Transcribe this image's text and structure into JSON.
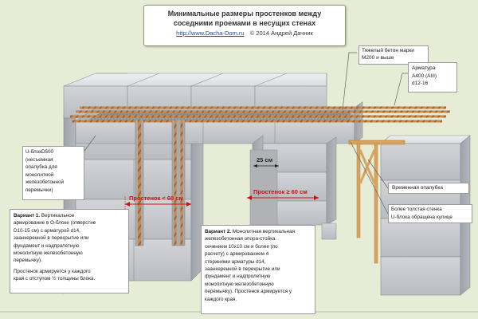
{
  "title": {
    "line1": "Минимальные размеры простенков между",
    "line2": "соседними проемами в несущих стенах",
    "url": "http://www.Dacha-Dom.ru",
    "copyright": "© 2014 Андрей Дачник"
  },
  "callouts": {
    "concrete": {
      "line1": "Тяжелый бетон марки",
      "line2": "М200 и выше"
    },
    "rebar": {
      "line1": "Арматура",
      "line2": "А400 (АIII)",
      "line3": "d12-16"
    },
    "ublock": {
      "line1": "U-блокD500",
      "line2": "(несъемная",
      "line3": "опалубка для",
      "line4": "монолитной",
      "line5": "железобетонной",
      "line6": "перемычки)"
    },
    "formwork": {
      "text": "Временная опалубка"
    },
    "thick_wall": {
      "line1": "Более толстая стенка",
      "line2": "U-блока обращена кулице"
    },
    "variant1": {
      "heading": "Вариант 1.",
      "l1": "Вертикальное",
      "l2": "армирование в О-блоке (отверстие",
      "l3": "D10-15 см) с арматурой d14,",
      "l4": "заанкеренной в перекрытие или",
      "l5": "фундамент и надпролетную",
      "l6": "монолитную железобетонную",
      "l7": "перемычку).",
      "l8": "Простенок армируется у каждого",
      "l9": "края с отступом ½ толщины блока."
    },
    "variant2": {
      "heading": "Вариант 2.",
      "l1": "Монолитная вертикальная",
      "l2": "железобетонная опора-стойка",
      "l3": "сечением 10х10 см и более (по",
      "l4": "расчету) с армированием 4",
      "l5": "стержнями арматуры d14,",
      "l6": "заанкеренной в перекрытие или",
      "l7": "фундамент и надпролетную",
      "l8": "монолитную железобетонную",
      "l9": "перемычку). Простенок армируется у",
      "l10": "каждого края."
    }
  },
  "dimensions": {
    "pier_small": "Простенок < 60 см",
    "pier_large": "Простенок ≥ 60 см",
    "width_25": "25 см"
  },
  "colors": {
    "background": "#e6ecd5",
    "block_front": "#c9cbcf",
    "block_top": "#e4e5e8",
    "block_side": "#a9acb2",
    "timber": "#d8a35c",
    "rebar": "#c98a4a",
    "dimension": "#cc1111"
  }
}
